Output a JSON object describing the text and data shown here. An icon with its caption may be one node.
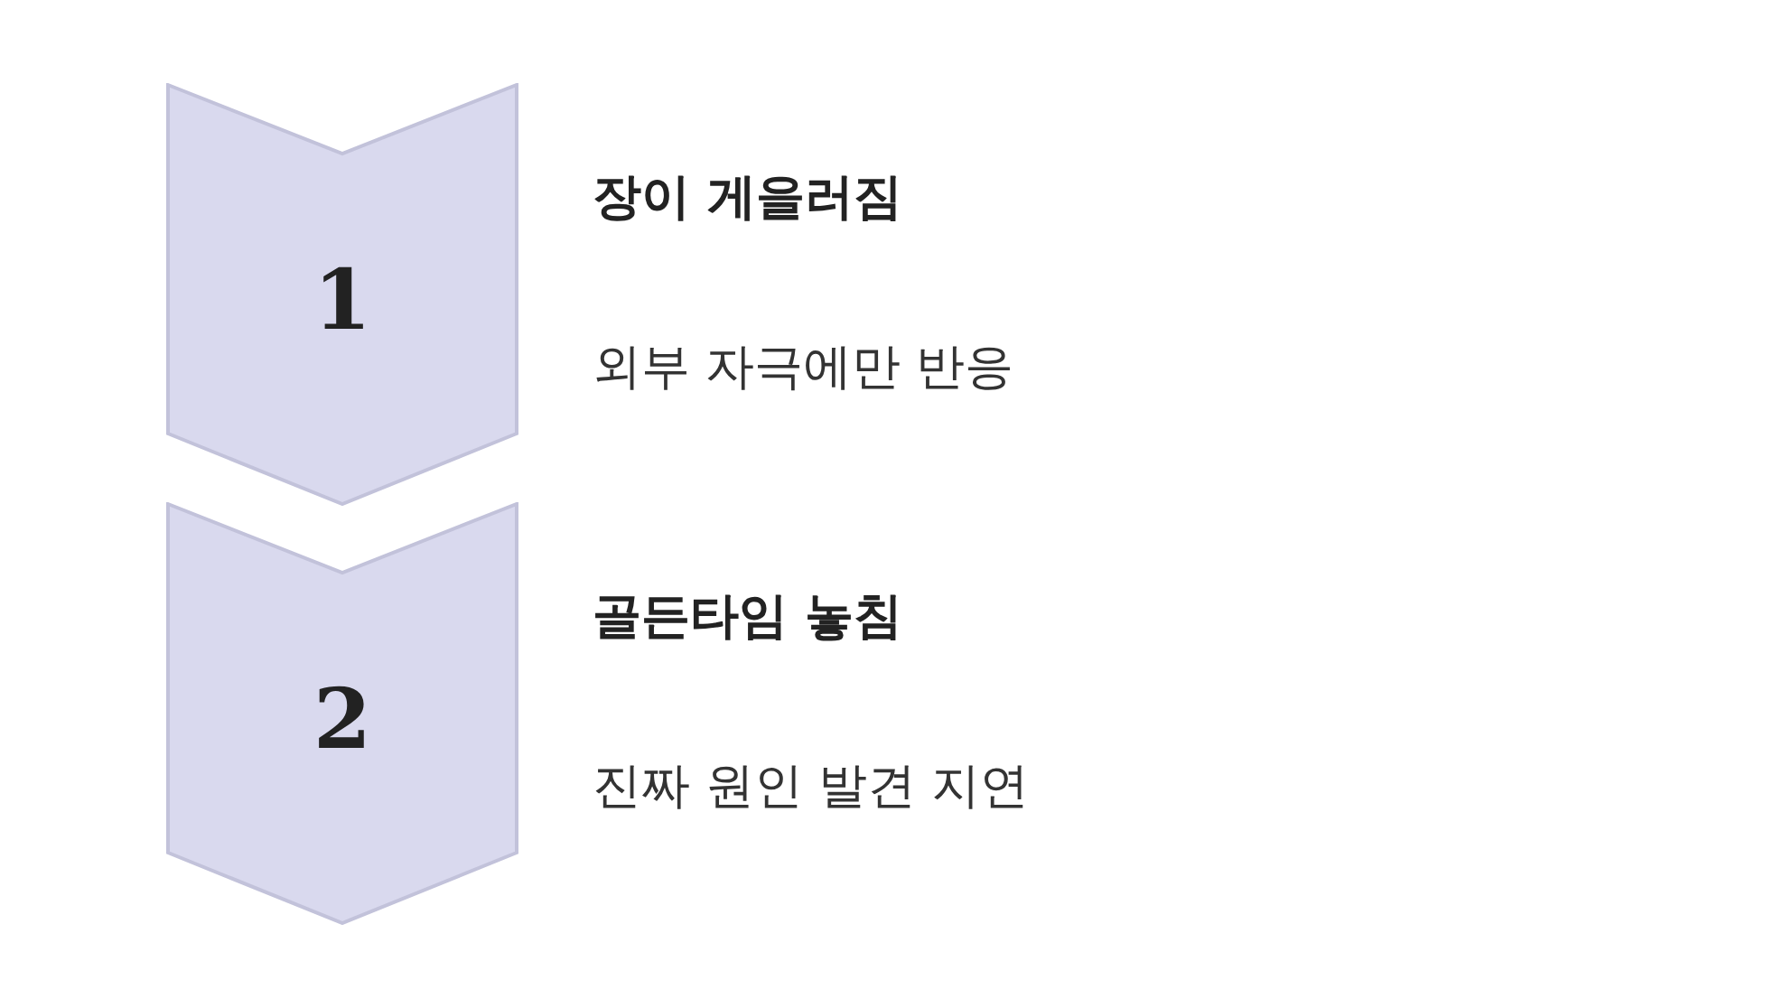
{
  "diagram": {
    "nodes": [
      {
        "text": [
          "1"
        ],
        "beside": [
          "장이 게을러짐",
          "외부 자극에만 반응"
        ]
      },
      {
        "text": [
          "2"
        ],
        "beside": [
          "골든타임 놓침",
          "진짜 원인 발견 지연"
        ]
      }
    ]
  }
}
